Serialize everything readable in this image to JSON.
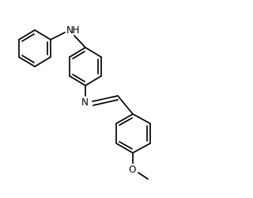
{
  "molecule": {
    "atoms": {
      "nh": {
        "symbol": "N",
        "subscript": "H"
      },
      "n_imine": {
        "symbol": "N"
      },
      "o_methoxy": {
        "symbol": "O"
      }
    },
    "colors": {
      "bond": "#000000",
      "label": "#000000",
      "background": "#ffffff"
    }
  }
}
